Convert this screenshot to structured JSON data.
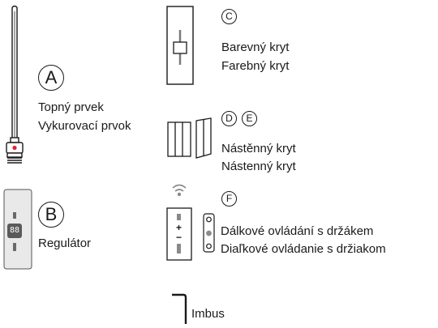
{
  "items": {
    "a": {
      "letter": "A",
      "line1": "Topný prvek",
      "line2": "Vykurovací prvok"
    },
    "b": {
      "letter": "B",
      "line1": "Regulátor",
      "display": "88"
    },
    "c": {
      "letter": "C",
      "line1": "Barevný kryt",
      "line2": "Farebný kryt"
    },
    "d": {
      "letter": "D"
    },
    "e": {
      "letter": "E",
      "line1": "Nástěnný kryt",
      "line2": "Nástenný kryt"
    },
    "f": {
      "letter": "F",
      "line1": "Dálkové ovládání s držákem",
      "line2": "Diaľkové ovládanie s držiakom",
      "plus": "+",
      "minus": "−"
    },
    "imbus": {
      "line1": "Imbus"
    }
  },
  "colors": {
    "ink": "#1a1a1a",
    "heater_dot": "#e0262c",
    "display_bg": "#5a5a5a",
    "regulator_body": "#e9e9e9"
  }
}
